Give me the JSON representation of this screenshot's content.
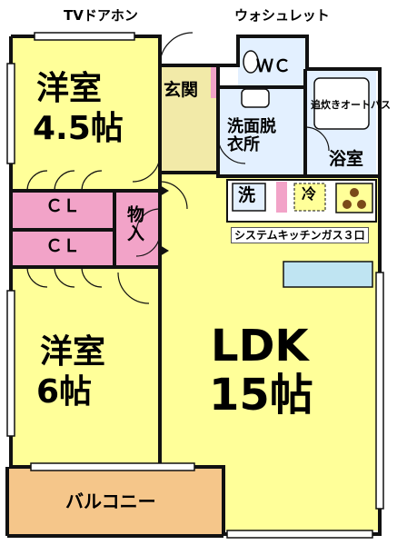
{
  "annotations": {
    "tv_intercom": "TVドアホン",
    "washlet": "ウォシュレット",
    "system_kitchen": "システムキッチンガス３口",
    "reheat_bath": "追炊きオートバス"
  },
  "rooms": {
    "western_room_1": {
      "name": "洋室",
      "size": "4.5帖"
    },
    "western_room_2": {
      "name": "洋室",
      "size": "6帖"
    },
    "ldk": {
      "name": "LDK",
      "size": "15帖"
    },
    "entrance": "玄関",
    "washroom": "洗面脱衣所",
    "bathroom": "浴室",
    "toilet": "ＷＣ",
    "closet_1": "ＣＬ",
    "closet_2": "ＣＬ",
    "storage": "物入",
    "balcony": "バルコニー"
  },
  "fixtures": {
    "washer": "洗",
    "fridge": "冷"
  },
  "colors": {
    "room_fill": "#ffff99",
    "closet_fill": "#f2a3c8",
    "balcony_fill": "#f5c68a",
    "wet_fill": "#e3f0ff",
    "hall_fill": "#f2eaa8",
    "wall": "#111111"
  }
}
